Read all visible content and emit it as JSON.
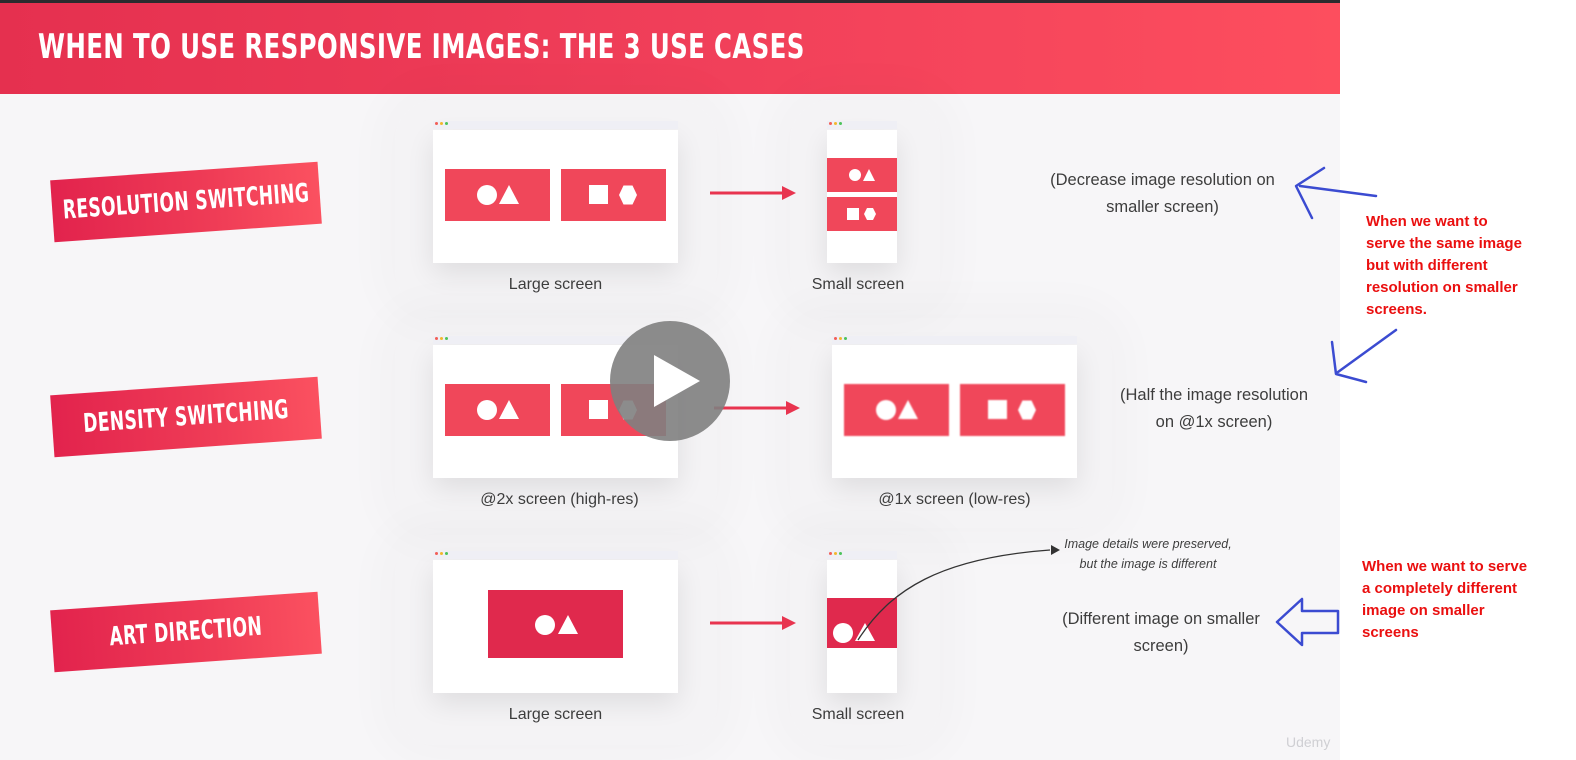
{
  "header": {
    "title": "WHEN TO USE RESPONSIVE IMAGES: THE 3 USE CASES"
  },
  "use_cases": [
    {
      "banner": "RESOLUTION SWITCHING",
      "from_caption": "Large screen",
      "to_caption": "Small screen",
      "description_line1": "(Decrease image resolution on",
      "description_line2": "smaller screen)"
    },
    {
      "banner": "DENSITY SWITCHING",
      "from_caption": "@2x screen (high-res)",
      "to_caption": "@1x screen (low-res)",
      "description_line1": "(Half the image resolution",
      "description_line2": "on @1x screen)"
    },
    {
      "banner": "ART DIRECTION",
      "from_caption": "Large screen",
      "to_caption": "Small screen",
      "description_line1": "(Different image on smaller",
      "description_line2": "screen)",
      "note_line1": "Image details were preserved,",
      "note_line2": "but the image is different"
    }
  ],
  "annotations": {
    "resolution_note": [
      "When we want to",
      "serve the same image",
      "but with different",
      "resolution on smaller",
      "screens."
    ],
    "art_note": [
      "When we want to serve",
      "a completely different",
      "image on smaller",
      "screens"
    ]
  },
  "watermark": "Udemy",
  "colors": {
    "accent": "#f0475a",
    "accent_dark": "#e0294d",
    "annotation_red": "#ea0f0f",
    "annotation_blue": "#3b4bd1"
  }
}
